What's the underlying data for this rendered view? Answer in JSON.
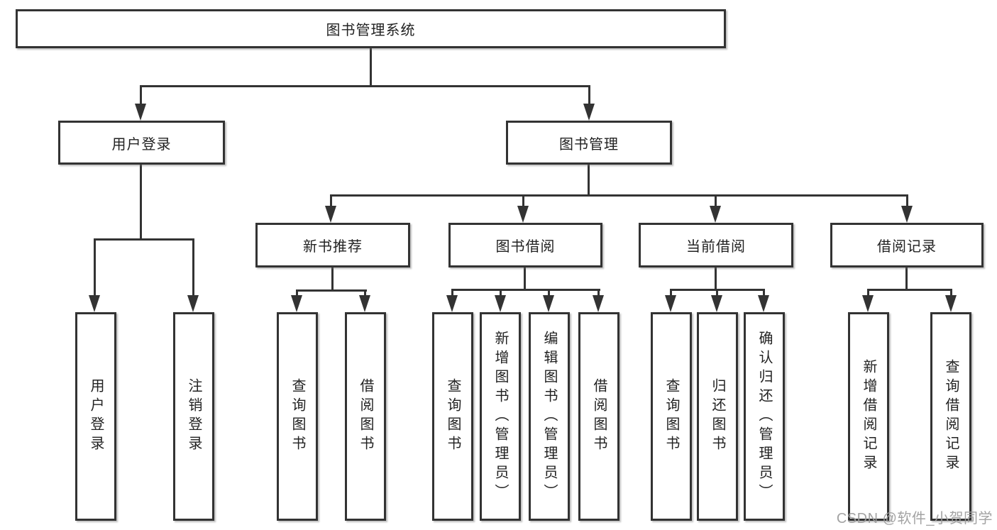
{
  "diagram": {
    "type": "hierarchy-tree",
    "watermark": "CSDN @软件_小贺同学",
    "colors": {
      "background": "#ffffff",
      "line": "#333333",
      "box_border": "#333333",
      "text": "#222222",
      "watermark_text": "#9e9e9e"
    },
    "tree": {
      "root": {
        "label": "图书管理系统",
        "children": [
          {
            "label": "用户登录",
            "children": [
              {
                "label": "用户登录"
              },
              {
                "label": "注销登录"
              }
            ]
          },
          {
            "label": "图书管理",
            "children": [
              {
                "label": "新书推荐",
                "children": [
                  {
                    "label": "查询图书"
                  },
                  {
                    "label": "借阅图书"
                  }
                ]
              },
              {
                "label": "图书借阅",
                "children": [
                  {
                    "label": "查询图书"
                  },
                  {
                    "label": "新增图书（管理员）"
                  },
                  {
                    "label": "编辑图书（管理员）"
                  },
                  {
                    "label": "借阅图书"
                  }
                ]
              },
              {
                "label": "当前借阅",
                "children": [
                  {
                    "label": "查询图书"
                  },
                  {
                    "label": "归还图书"
                  },
                  {
                    "label": "确认归还（管理员）"
                  }
                ]
              },
              {
                "label": "借阅记录",
                "children": [
                  {
                    "label": "新增借阅记录"
                  },
                  {
                    "label": "查询借阅记录"
                  }
                ]
              }
            ]
          }
        ]
      }
    }
  }
}
